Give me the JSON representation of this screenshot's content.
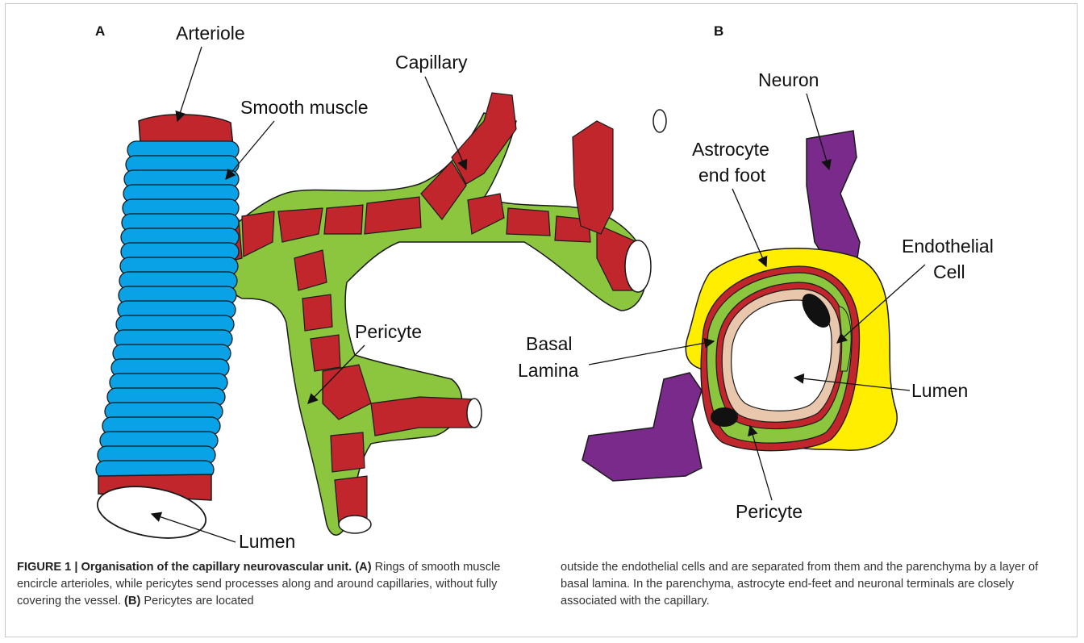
{
  "figure": {
    "panel_a_letter": "A",
    "panel_b_letter": "B",
    "panel_a_labels": {
      "arteriole": "Arteriole",
      "smooth_muscle": "Smooth muscle",
      "capillary": "Capillary",
      "pericyte": "Pericyte",
      "lumen": "Lumen"
    },
    "panel_b_labels": {
      "neuron": "Neuron",
      "astrocyte_line1": "Astrocyte",
      "astrocyte_line2": "end foot",
      "endothelial_line1": "Endothelial",
      "endothelial_line2": "Cell",
      "basal_line1": "Basal",
      "basal_line2": "Lamina",
      "lumen": "Lumen",
      "pericyte": "Pericyte"
    },
    "colors": {
      "vessel_red": "#c0262c",
      "smooth_muscle_blue": "#0aa2e6",
      "pericyte_green": "#8cc63f",
      "astrocyte_yellow": "#ffee00",
      "neuron_purple": "#7a2a8a",
      "endothelial_tan": "#e9c7ad"
    }
  },
  "caption": {
    "figure_label": "FIGURE 1 | Organisation of the capillary neurovascular unit.",
    "a_tag": "(A)",
    "a_text": "Rings of smooth muscle encircle arterioles, while pericytes send processes along and around capillaries, without fully covering the vessel.",
    "b_tag": "(B)",
    "b_text_left": "Pericytes are located",
    "b_text_right": "outside the endothelial cells and are separated from them and the parenchyma by a layer of basal lamina. In the parenchyma, astrocyte end-feet and neuronal terminals are closely associated with the capillary."
  }
}
